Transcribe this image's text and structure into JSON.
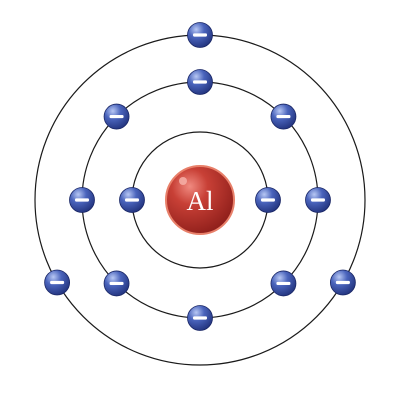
{
  "atom": {
    "element_symbol": "Al",
    "shells": [
      {
        "electron_count": 2
      },
      {
        "electron_count": 8
      },
      {
        "electron_count": 3
      }
    ]
  },
  "colors": {
    "background": "#ffffff",
    "shell_stroke": "#1a1a1a",
    "nucleus_fill": "#b8302a",
    "nucleus_highlight": "#f08a80",
    "nucleus_edge": "#e8806a",
    "electron_fill": "#3a52a8",
    "electron_highlight": "#b8c8f4",
    "electron_sign": "#ffffff"
  },
  "icons": {
    "electron": "minus-sign-icon"
  }
}
